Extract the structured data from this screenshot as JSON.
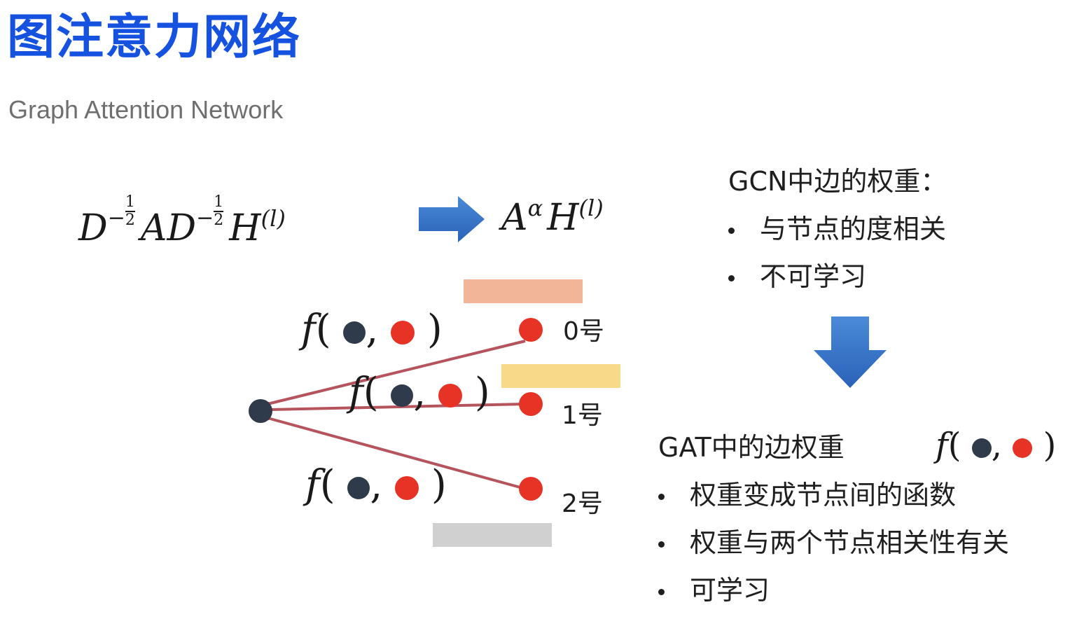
{
  "slide": {
    "title": "图注意力网络",
    "subtitle": "Graph Attention Network"
  },
  "formulas": {
    "gcn": {
      "D": "D",
      "neg": "−",
      "half_num": "1",
      "half_den": "2",
      "A": "A",
      "H": "H",
      "layer": "(l)"
    },
    "simplified": {
      "A": "A",
      "alpha": "α",
      "H": "H",
      "layer": "(l)"
    }
  },
  "function_label": {
    "f": "f",
    "open": "(",
    "comma": ",",
    "close": ")"
  },
  "nodes": [
    {
      "label": "0号"
    },
    {
      "label": "1号"
    },
    {
      "label": "2号"
    }
  ],
  "gcn_section": {
    "heading": "GCN中边的权重：",
    "bullets": [
      "与节点的度相关",
      "不可学习"
    ]
  },
  "gat_section": {
    "heading": "GAT中的边权重",
    "bullets": [
      "权重变成节点间的函数",
      "权重与两个节点相关性有关",
      "可学习"
    ]
  },
  "colors": {
    "title": "#1552e0",
    "arrow_blue": "#2f6fc4",
    "edge": "#b5545c",
    "center_node": "#2f3a4a",
    "neighbor_node": "#e73326",
    "bar_0": "#f3b597",
    "bar_1": "#f8d98a",
    "bar_2": "#d0d0d0"
  }
}
